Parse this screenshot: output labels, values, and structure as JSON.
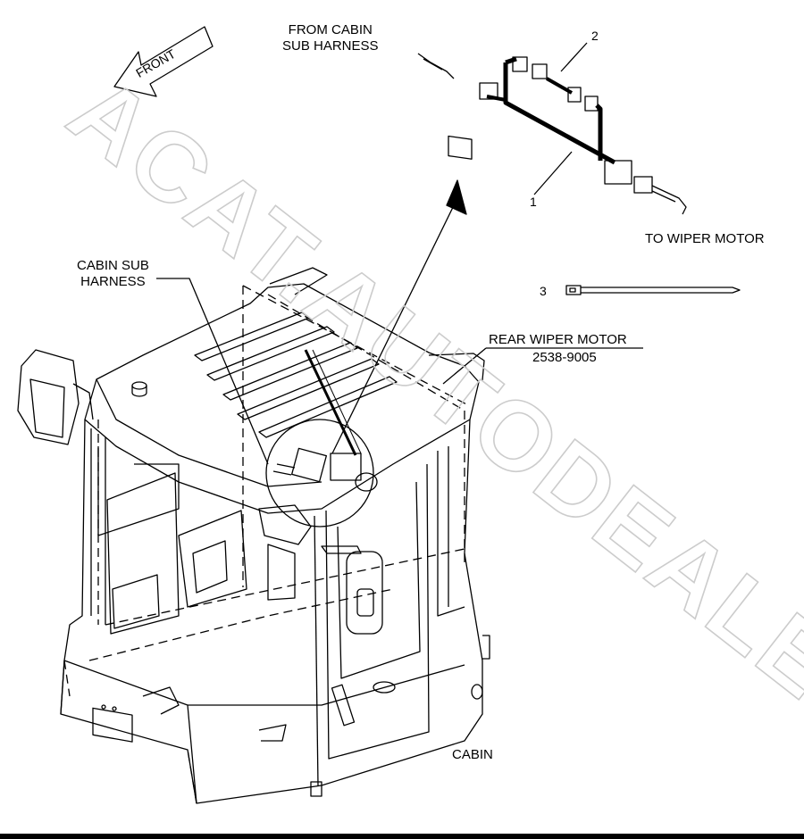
{
  "labels": {
    "front": "FRONT",
    "from_cabin_sub_harness": "FROM CABIN\nSUB HARNESS",
    "to_wiper_motor": "TO WIPER MOTOR",
    "cabin_sub_harness": "CABIN SUB\nHARNESS",
    "rear_wiper_motor": "REAR WIPER MOTOR",
    "part_number": "2538-9005",
    "cabin": "CABIN",
    "callout_1": "1",
    "callout_2": "2",
    "callout_3": "3"
  },
  "watermark": {
    "text": "ACAT.AUTODEALER.RU",
    "color": "#cccccc"
  },
  "colors": {
    "line": "#000000",
    "background": "#ffffff"
  }
}
